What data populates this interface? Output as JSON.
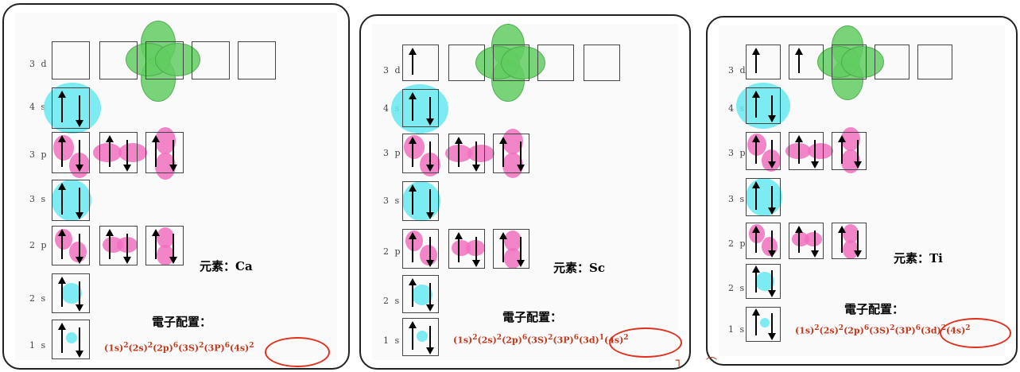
{
  "panels": [
    {
      "element_label": "元素：Ca",
      "config_title": "電子配置：",
      "config_parts": [
        "(1s)",
        "2",
        "(2s)",
        "2",
        "(2p)",
        "6",
        "(3S)",
        "2",
        "(3P)",
        "6",
        "(4s)",
        "2"
      ],
      "orbital_labels": [
        "3 d",
        "4 s",
        "3 p",
        "3 s",
        "2 p",
        "2 s",
        "1 s"
      ]
    },
    {
      "element_label": "元素：Sc",
      "config_title": "電子配置：",
      "config_parts": [
        "(1s)",
        "2",
        "(2s)",
        "2",
        "(2p)",
        "6",
        "(3S)",
        "2",
        "(3P)",
        "6",
        "(3d)",
        "1",
        "(4s)",
        "2"
      ],
      "orbital_labels": [
        "3 d",
        "4 s",
        "3 p",
        "3 s",
        "2 p",
        "2 s",
        "1 s"
      ]
    },
    {
      "element_label": "元素：Ti",
      "config_title": "電子配置：",
      "config_parts": [
        "(1s)",
        "2",
        "(2s)",
        "2",
        "(2p)",
        "6",
        "(3S)",
        "2",
        "(3P)",
        "6",
        "(3d)",
        "2",
        "(4s)",
        "2"
      ],
      "orbital_labels": [
        "3 d",
        "4 s",
        "3 p",
        "3 s",
        "2 p",
        "2 s",
        "1 s"
      ]
    }
  ],
  "colors": {
    "s_orbital": "#66e8f0",
    "p_orbital": "#f06ebe",
    "d_orbital": "#62cc62",
    "config_text": "#c0391b",
    "highlight_ring": "#e0301e"
  }
}
